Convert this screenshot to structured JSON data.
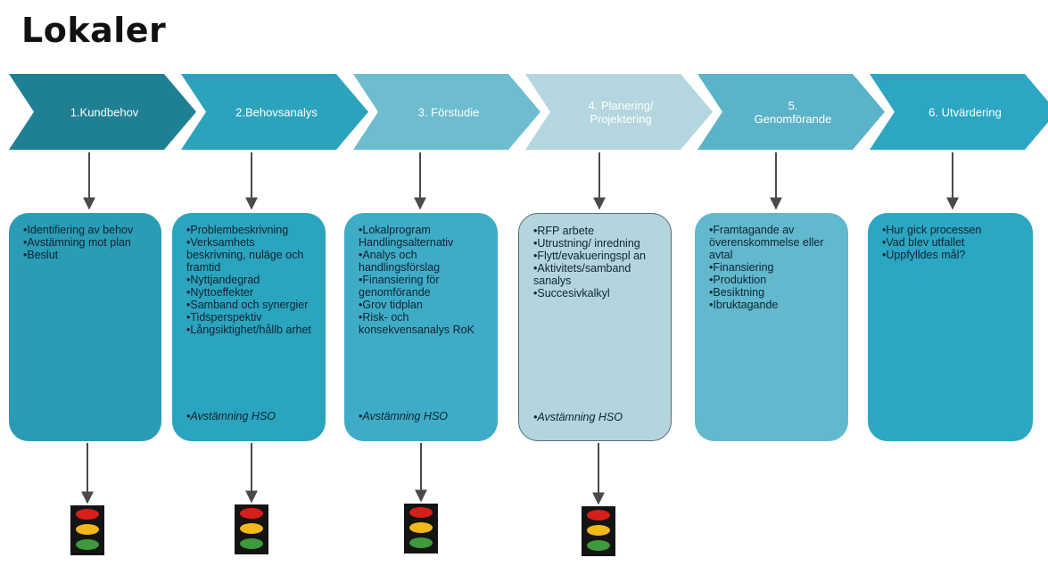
{
  "title": "Lokaler",
  "stages": [
    {
      "label_lines": [
        "1.Kundbehov"
      ],
      "color": "#1f7f93"
    },
    {
      "label_lines": [
        "2.Behovsanalys"
      ],
      "color": "#2ba3bd"
    },
    {
      "label_lines": [
        "3. Förstudie"
      ],
      "color": "#6dbcd0"
    },
    {
      "label_lines": [
        "4. Planering/",
        "Projektering"
      ],
      "color": "#b3d6df"
    },
    {
      "label_lines": [
        "5.",
        "Genomförande"
      ],
      "color": "#5bb3c9"
    },
    {
      "label_lines": [
        "6. Utvärdering"
      ],
      "color": "#2ca6c2"
    }
  ],
  "boxes": [
    {
      "color": "#2a9cb5",
      "items": [
        "Identifiering av behov",
        "Avstämning mot plan",
        "Beslut"
      ],
      "hso": ""
    },
    {
      "color": "#2ba4bf",
      "items": [
        "Problembeskrivning",
        "Verksamhets beskrivning, nuläge och framtid",
        "Nyttjandegrad",
        "Nyttoeffekter",
        "Samband och synergier",
        "Tidsperspektiv",
        "Långsiktighet/hållb arhet"
      ],
      "hso": "Avstämning HSO"
    },
    {
      "color": "#3facc7",
      "items": [
        "Lokalprogram Handlingsalternativ",
        "Analys och handlingsförslag",
        "Finansiering för genomförande",
        "Grov tidplan",
        "Risk- och konsekvensanalys RoK"
      ],
      "hso": "Avstämning HSO"
    },
    {
      "color": "#b4d5de",
      "items": [
        "RFP arbete",
        "Utrustning/ inredning",
        "Flytt/evakueringspl an",
        "Aktivitets/samband sanalys",
        "Succesivkalkyl"
      ],
      "hso": "Avstämning HSO"
    },
    {
      "color": "#62b9ce",
      "items": [
        "Framtagande av överenskommelse eller avtal",
        "Finansiering",
        "Produktion",
        "Besiktning",
        "Ibruktagande"
      ],
      "hso": ""
    },
    {
      "color": "#2ba7c3",
      "items": [
        "Hur gick processen",
        "Vad blev utfallet",
        "Uppfylldes mål?"
      ],
      "hso": ""
    }
  ],
  "traffic_light_colors": {
    "red": "#d81e18",
    "yellow": "#f2b81a",
    "green": "#3e9a3a",
    "housing": "#141414"
  },
  "connector_color": "#4a4a4a"
}
